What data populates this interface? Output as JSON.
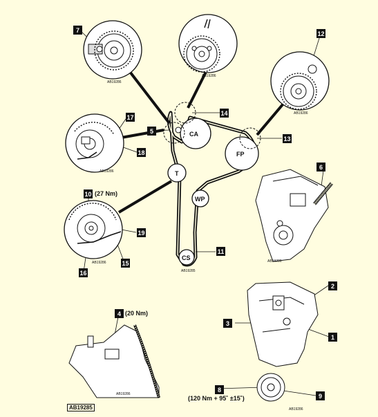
{
  "callouts": {
    "c1": "1",
    "c2": "2",
    "c3": "3",
    "c4": "4",
    "c5": "5",
    "c6": "6",
    "c7": "7",
    "c8": "8",
    "c9": "9",
    "c10": "10",
    "c11": "11",
    "c12": "12",
    "c13": "13",
    "c14": "14",
    "c15": "15",
    "c16": "16",
    "c17": "17",
    "c18": "18",
    "c19": "19"
  },
  "torque_notes": {
    "n10": "(27 Nm)",
    "n4": "(20 Nm)",
    "n8": "(120 Nm + 95˚ ±15˚)"
  },
  "pulley_labels": {
    "camshaft": "CA",
    "fuel_pump": "FP",
    "tensioner": "T",
    "water_pump": "WP",
    "crankshaft": "CS"
  },
  "figure_refs": {
    "main": "AB19285",
    "cam_detail": "AB19286",
    "top_detail": "AB19286",
    "fp_detail": "AB19286",
    "tensioner_detail": "AB19286",
    "tensioner_detail2": "AB19286",
    "cover_detail": "AB19286",
    "crank_detail": "AB19286",
    "pump_detail": "AB19286",
    "belt_ref": "AB19285"
  },
  "colors": {
    "background": "#fffde0",
    "ink": "#111111",
    "callout_fill": "#111111",
    "callout_text": "#ffffff"
  }
}
